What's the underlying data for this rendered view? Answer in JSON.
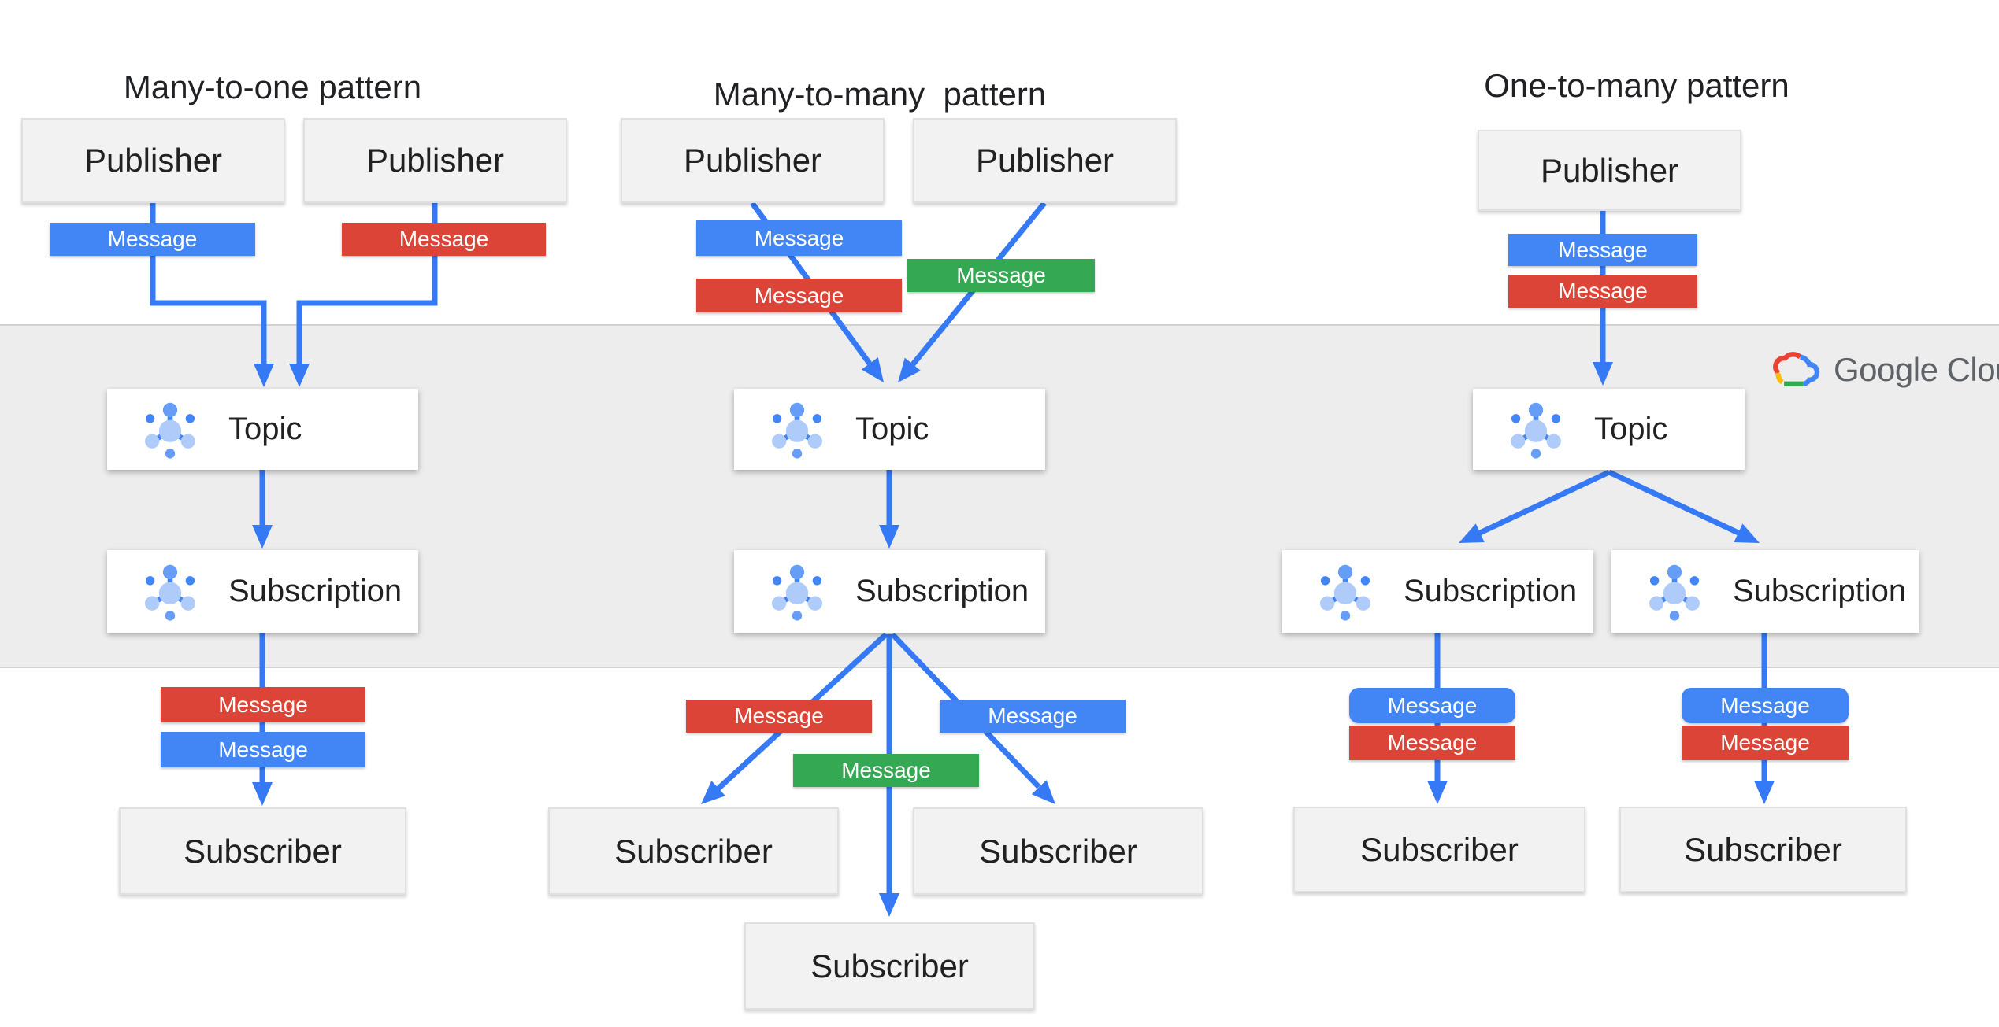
{
  "colors": {
    "blue": "#4285F4",
    "red": "#DB4437",
    "green": "#34A853",
    "arrow": "#3579F4",
    "band_bg": "#EDEDED",
    "band_border": "#D2D2D2",
    "box_gray": "#F2F2F2",
    "box_border": "#E0E0E0",
    "text_dark": "#212121",
    "logo_text": "#5F6368",
    "icon_blue": "#4285F4",
    "icon_blue_medium": "#669DF6",
    "icon_blue_light": "#AECBFA"
  },
  "logo": {
    "label": "Google Cloud"
  },
  "patterns": [
    {
      "title": "Many-to-one pattern",
      "publishers": [
        "Publisher",
        "Publisher"
      ],
      "topic": "Topic",
      "subscriptions": [
        "Subscription"
      ],
      "subscribers": [
        "Subscriber"
      ],
      "messages": {
        "upper": [
          {
            "text": "Message",
            "color": "blue"
          },
          {
            "text": "Message",
            "color": "red"
          }
        ],
        "lower": [
          {
            "text": "Message",
            "color": "red"
          },
          {
            "text": "Message",
            "color": "blue"
          }
        ]
      }
    },
    {
      "title": "Many-to-many  pattern",
      "publishers": [
        "Publisher",
        "Publisher"
      ],
      "topic": "Topic",
      "subscriptions": [
        "Subscription"
      ],
      "subscribers": [
        "Subscriber",
        "Subscriber",
        "Subscriber"
      ],
      "messages": {
        "upper": [
          {
            "text": "Message",
            "color": "blue"
          },
          {
            "text": "Message",
            "color": "red"
          },
          {
            "text": "Message",
            "color": "green"
          }
        ],
        "lower": [
          {
            "text": "Message",
            "color": "red"
          },
          {
            "text": "Message",
            "color": "green"
          },
          {
            "text": "Message",
            "color": "blue"
          }
        ]
      }
    },
    {
      "title": "One-to-many pattern",
      "publishers": [
        "Publisher"
      ],
      "topic": "Topic",
      "subscriptions": [
        "Subscription",
        "Subscription"
      ],
      "subscribers": [
        "Subscriber",
        "Subscriber"
      ],
      "messages": {
        "upper": [
          {
            "text": "Message",
            "color": "blue"
          },
          {
            "text": "Message",
            "color": "red"
          }
        ],
        "lower": [
          {
            "text": "Message",
            "color": "blue"
          },
          {
            "text": "Message",
            "color": "red"
          },
          {
            "text": "Message",
            "color": "blue"
          },
          {
            "text": "Message",
            "color": "red"
          }
        ]
      }
    }
  ]
}
